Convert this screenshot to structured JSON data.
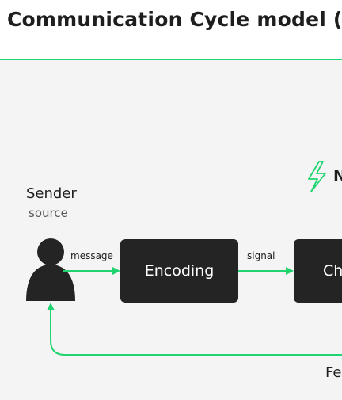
{
  "title": "Communication Cycle model (S",
  "sender": {
    "name": "Sender",
    "subtitle": "source"
  },
  "nodes": {
    "encoding": "Encoding",
    "channel": "Ch"
  },
  "edges": {
    "message": "message",
    "signal": "signal"
  },
  "noise_label": "N",
  "feedback_label": "Fe",
  "colors": {
    "accent": "#1fd46f",
    "box_fill": "#242424",
    "background": "#f4f4f4"
  },
  "icons": {
    "sender": "person-icon",
    "noise": "lightning-bolt-icon"
  }
}
